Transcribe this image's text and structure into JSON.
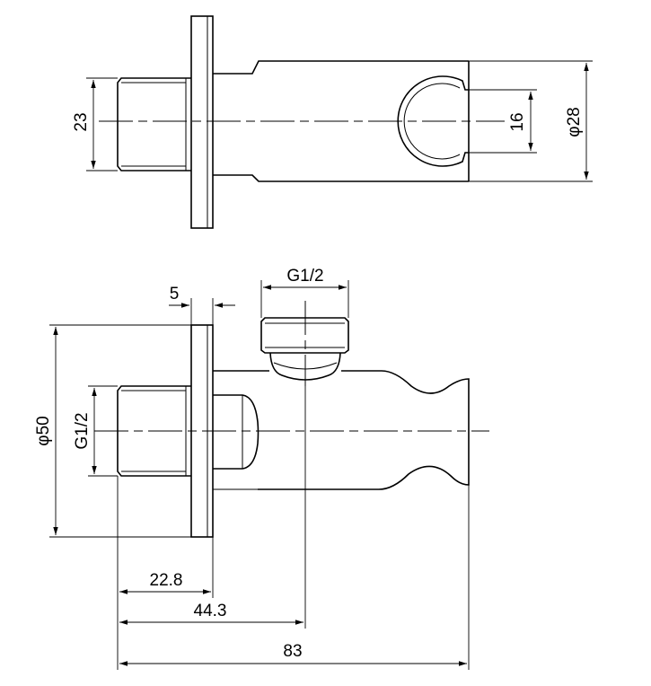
{
  "dimensions": {
    "top_height": "23",
    "top_slot": "16",
    "top_diameter": "φ28",
    "flange_thickness": "5",
    "outlet_thread": "G1/2",
    "flange_diameter": "φ50",
    "inlet_thread": "G1/2",
    "d_flange_to_thread": "22.8",
    "d_thread_to_outlet": "44.3",
    "overall_length": "83"
  },
  "colors": {
    "line": "#000000",
    "background": "#ffffff"
  }
}
